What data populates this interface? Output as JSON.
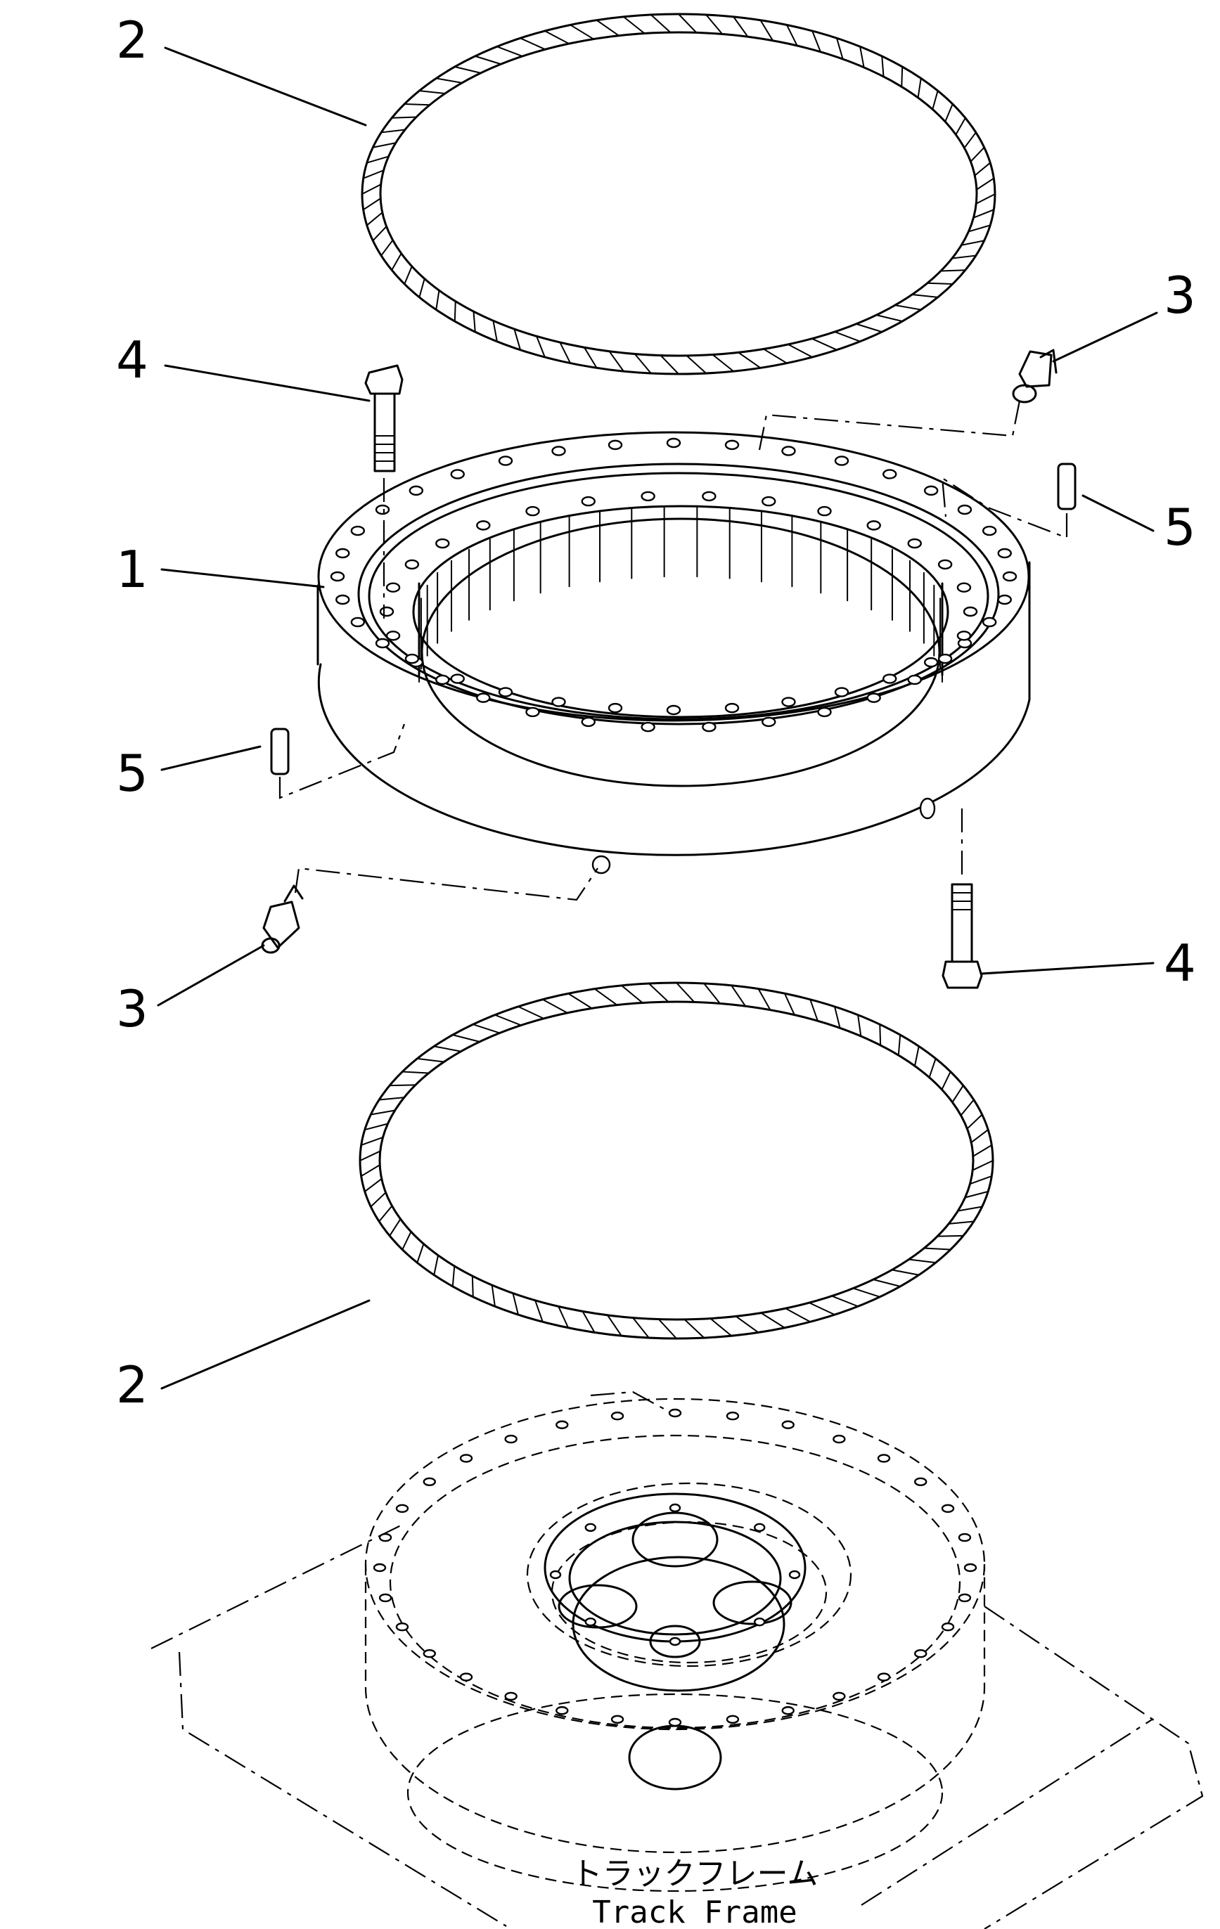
{
  "labels": {
    "seal_top": "2",
    "seal_bottom": "2",
    "bearing": "1",
    "grease_fitting_right": "3",
    "grease_fitting_left": "3",
    "bolt_left": "4",
    "bolt_right": "4",
    "dowel_right": "5",
    "dowel_left": "5"
  },
  "caption": {
    "jp": "トラックフレーム",
    "en": "Track Frame"
  }
}
